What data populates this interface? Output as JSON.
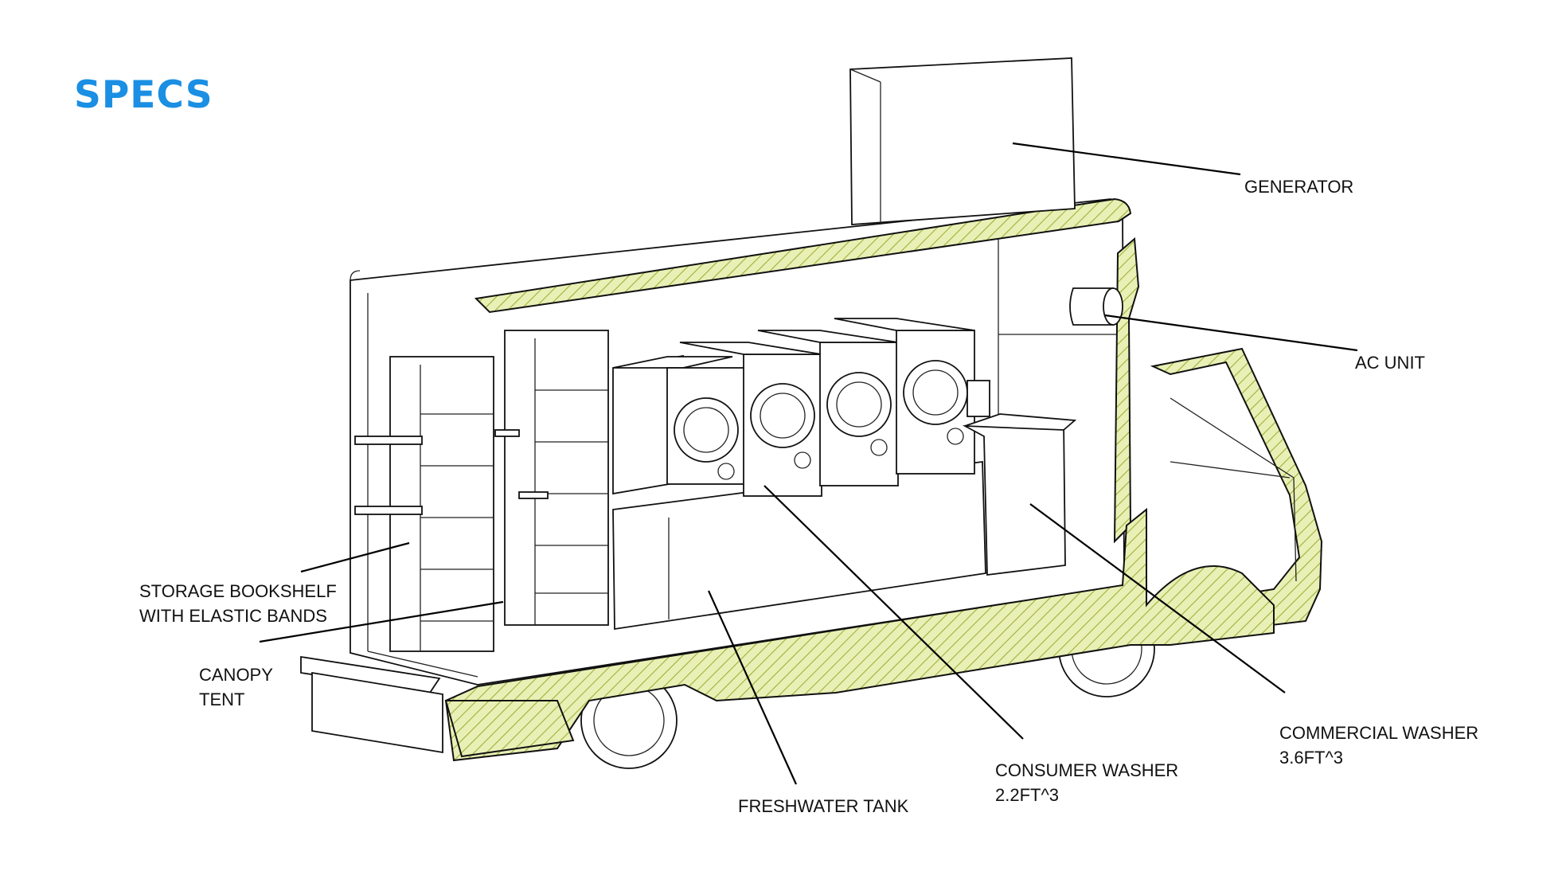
{
  "header": {
    "title": "SPECS"
  },
  "callouts": {
    "generator": [
      "GENERATOR"
    ],
    "ac_unit": [
      "AC UNIT"
    ],
    "storage_bookshelf": [
      "STORAGE BOOKSHELF",
      "WITH ELASTIC BANDS"
    ],
    "canopy_tent": [
      "CANOPY",
      "TENT"
    ],
    "freshwater_tank": [
      "FRESHWATER TANK"
    ],
    "consumer_washer": [
      "CONSUMER WASHER",
      "2.2FT^3"
    ],
    "commercial_washer": [
      "COMMERCIAL WASHER",
      "3.6FT^3"
    ]
  },
  "colors": {
    "heading": "#1a8fe3",
    "hatch_fill": "#e9f0b6",
    "hatch_line": "#b6c64c",
    "outline": "#111111"
  }
}
